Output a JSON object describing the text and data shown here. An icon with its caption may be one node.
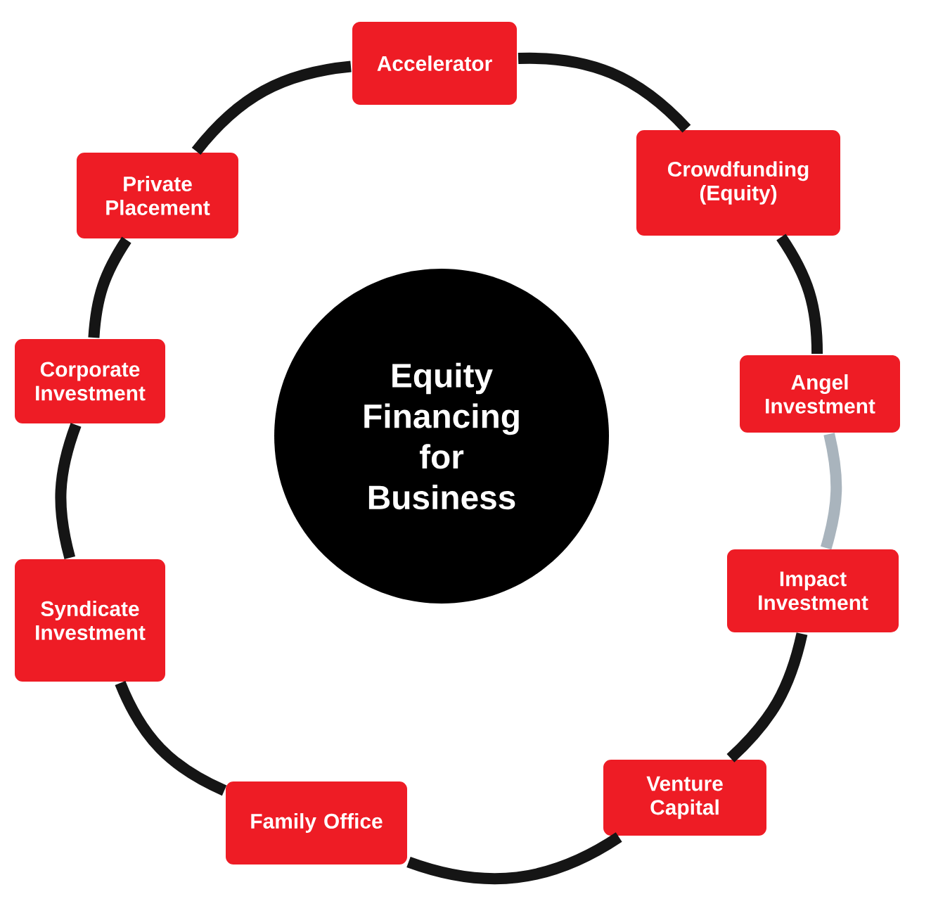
{
  "diagram": {
    "nodes": [
      {
        "text": [
          "Equity Financing for Business"
        ]
      },
      {
        "text": [
          "Accelerator"
        ]
      },
      {
        "text": [
          "Crowdfunding (Equity)"
        ]
      },
      {
        "text": [
          "Angel Investment"
        ]
      },
      {
        "text": [
          "Impact Investment"
        ]
      },
      {
        "text": [
          "Venture Capital"
        ]
      },
      {
        "text": [
          "Family Office"
        ]
      },
      {
        "text": [
          "Syndicate Investment"
        ]
      },
      {
        "text": [
          "Corporate Investment"
        ]
      },
      {
        "text": [
          "Private Placement"
        ]
      }
    ],
    "edges": [
      {
        "from": 1,
        "to": 2,
        "arrow": "none"
      },
      {
        "from": 2,
        "to": 3,
        "arrow": "none"
      },
      {
        "from": 3,
        "to": 4,
        "arrow": "none",
        "color": "#a9b4bd"
      },
      {
        "from": 4,
        "to": 5,
        "arrow": "none"
      },
      {
        "from": 5,
        "to": 6,
        "arrow": "none"
      },
      {
        "from": 6,
        "to": 7,
        "arrow": "none"
      },
      {
        "from": 7,
        "to": 8,
        "arrow": "none"
      },
      {
        "from": 8,
        "to": 9,
        "arrow": "none"
      },
      {
        "from": 9,
        "to": 1,
        "arrow": "none"
      }
    ]
  }
}
